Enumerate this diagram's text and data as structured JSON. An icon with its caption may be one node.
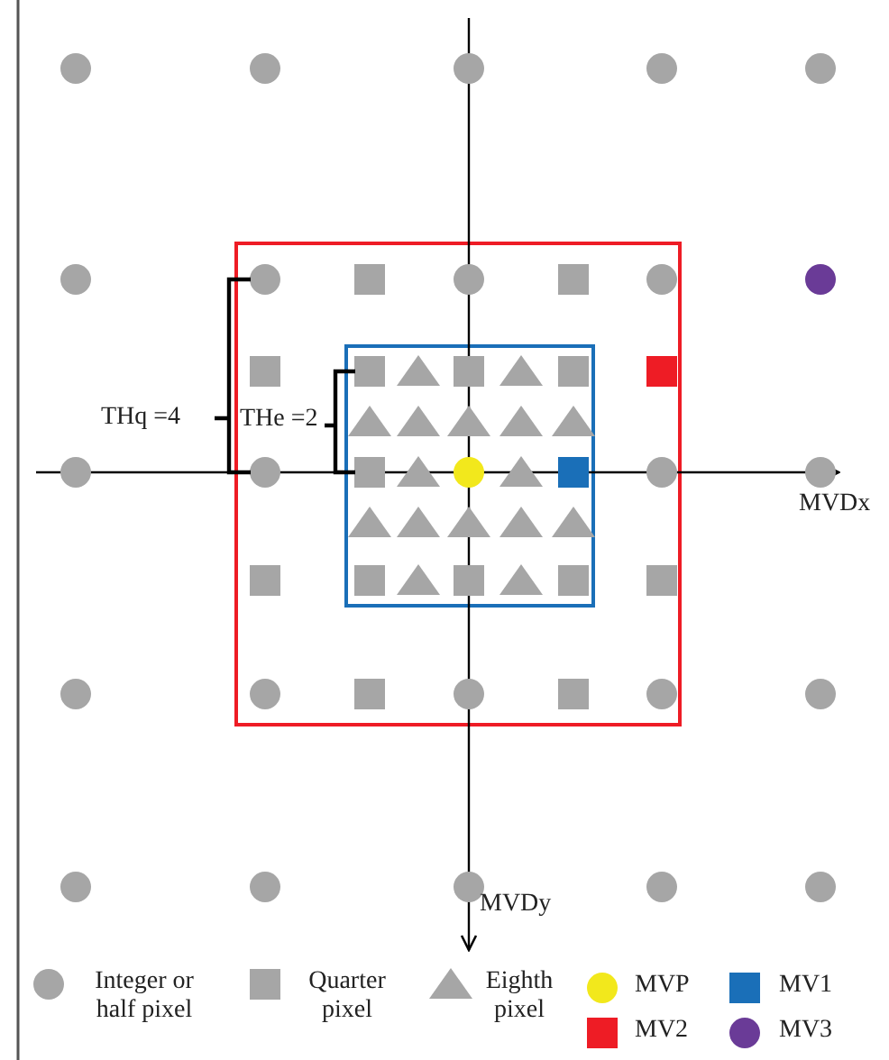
{
  "diagram": {
    "labels": [
      "THq =4",
      "THe =2",
      "MVDx",
      "MVDy"
    ],
    "legend": [
      {
        "text": "Integer or half pixel"
      },
      {
        "text": "Quarter pixel"
      },
      {
        "text": "Eighth pixel"
      },
      {
        "text": "MVP",
        "color": "#f2e81c"
      },
      {
        "text": "MV1",
        "color": "#1a6fb8"
      },
      {
        "text": "MV2",
        "color": "#ee1c25"
      },
      {
        "text": "MV3",
        "color": "#6a3b97"
      }
    ]
  }
}
